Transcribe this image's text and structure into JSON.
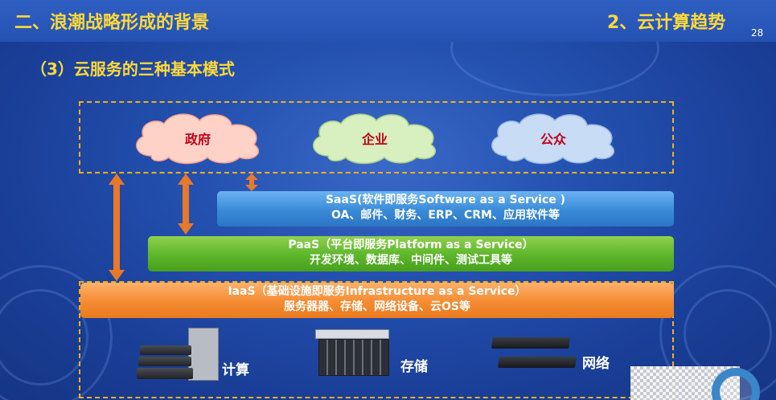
{
  "header": {
    "left_title": "二、浪潮战略形成的背景",
    "right_title": "2、云计算趋势",
    "page_number": "28"
  },
  "section_title": "（3）云服务的三种基本模式",
  "clouds": [
    {
      "label": "政府",
      "color": "#ffd2c8"
    },
    {
      "label": "企业",
      "color": "#d8efc0"
    },
    {
      "label": "公众",
      "color": "#c8dcf5"
    }
  ],
  "layers": {
    "saas": {
      "line1": "SaaS(软件即服务Software as a Service )",
      "line2": "OA、邮件、财务、ERP、CRM、应用软件等"
    },
    "paas": {
      "line1": "PaaS（平台即服务Platform as a Service）",
      "line2": "开发环境、数据库、中间件、测试工具等"
    },
    "iaas": {
      "line1": "IaaS（基础设施即服务Infrastructure as a Service）",
      "line2": "服务器器、存储、网络设备、云OS等"
    }
  },
  "hardware": {
    "compute_label": "计算",
    "storage_label": "存储",
    "network_label": "网络"
  },
  "colors": {
    "title_yellow": "#ffd93a",
    "dash_border": "#f0b020",
    "arrow_orange": "#e8782a",
    "cloud_text": "#c0001a"
  }
}
